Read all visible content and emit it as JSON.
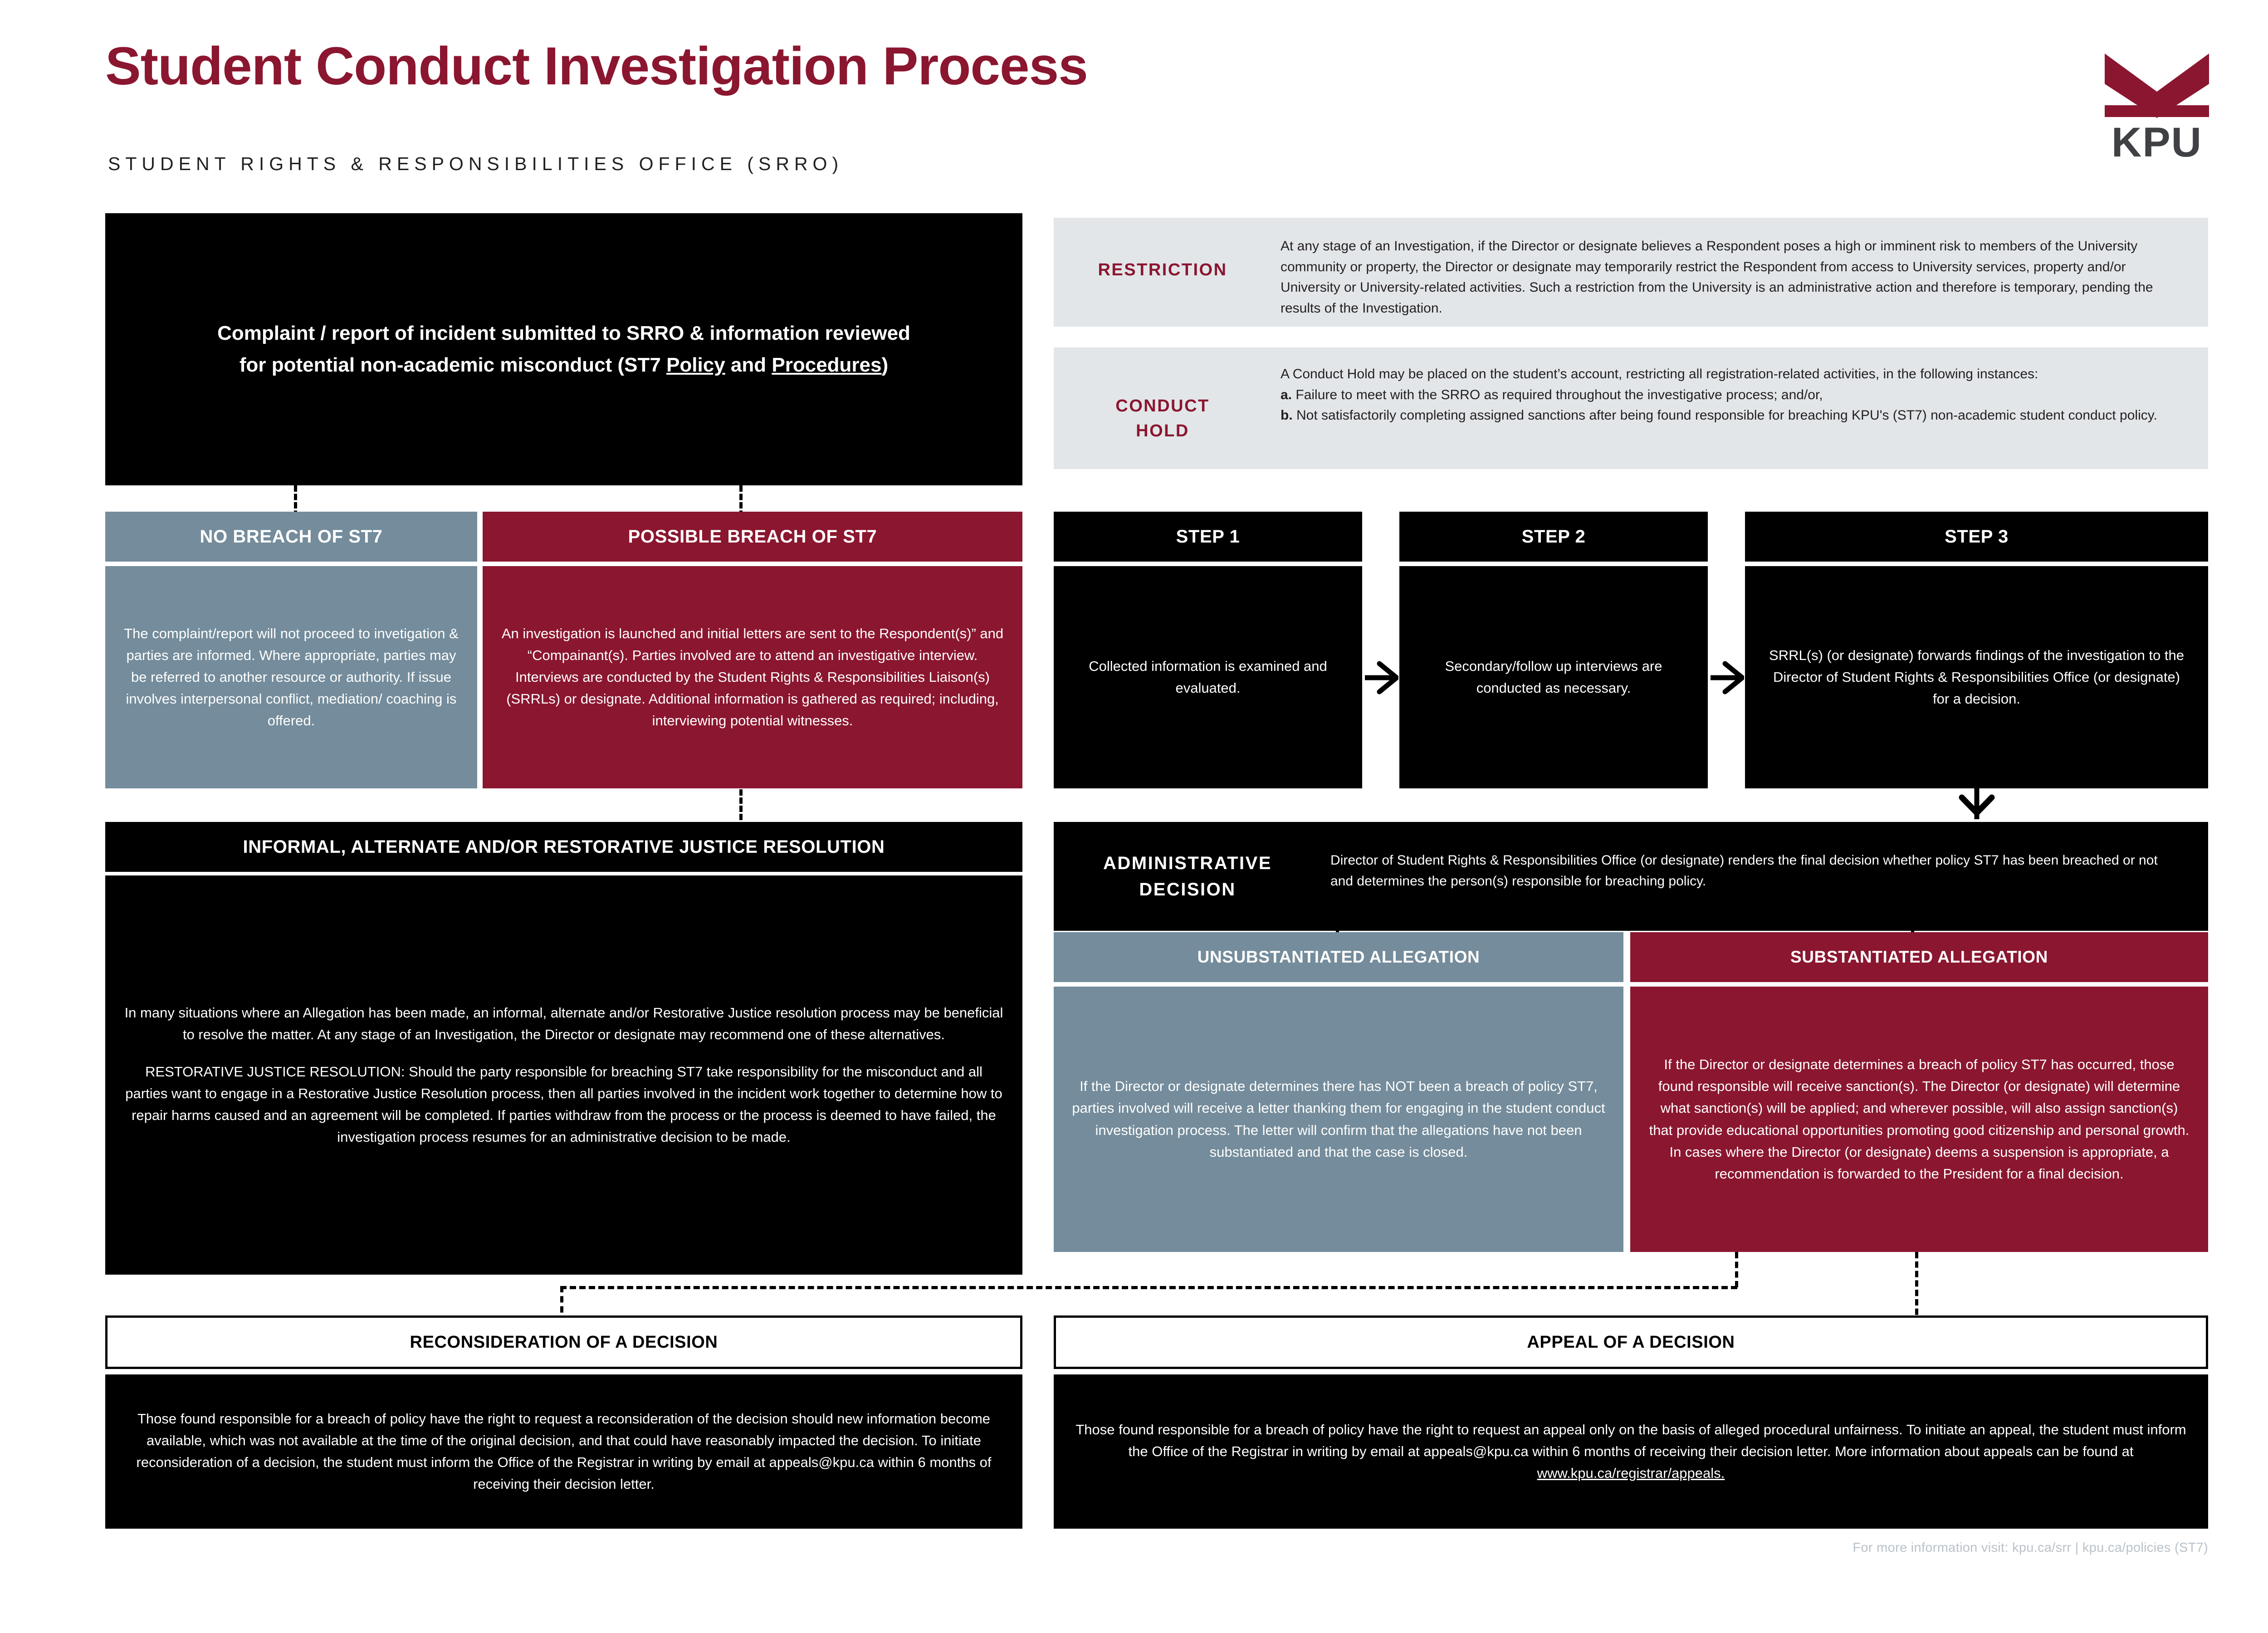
{
  "header": {
    "title": "Student Conduct Investigation Process",
    "subtitle": "STUDENT RIGHTS & RESPONSIBILITIES OFFICE (SRRO)",
    "logo_wordmark": "KPU",
    "brand_color": "#8B162F",
    "accent_gray": "#748C9B"
  },
  "intake": {
    "text_line1": "Complaint / report of incident submitted to SRRO & information reviewed",
    "text_line2_pre": "for potential non-academic misconduct (ST7 ",
    "link_policy": "Policy",
    "text_line2_mid": " and ",
    "link_procedures": "Procedures",
    "text_line2_post": ")"
  },
  "sidebars": [
    {
      "label": "RESTRICTION",
      "body": "At any stage of an Investigation, if the Director or designate believes a Respondent poses a high or imminent risk to members of the University community or property, the Director or designate may temporarily restrict the Respondent from access to University services, property and/or University or University-related activities. Such a restriction from the University is an administrative action and therefore is temporary, pending the results of the Investigation."
    },
    {
      "label_line1": "CONDUCT",
      "label_line2": "HOLD",
      "intro": "A  Conduct Hold may be placed on the student’s account, restricting all registration-related activities, in the following instances:",
      "item_a_marker": "a.",
      "item_a": " Failure to meet with the SRRO as required throughout the investigative process; and/or,",
      "item_b_marker": "b.",
      "item_b": "  Not satisfactorily completing assigned sanctions after being found responsible for breaching KPU's (ST7) non-academic student conduct policy."
    }
  ],
  "branches": {
    "no_breach": {
      "title": "NO BREACH OF ST7",
      "body": "The complaint/report will not proceed to invetigation & parties are informed. Where appropriate, parties may be referred to another resource or authority. If issue involves interpersonal conflict, mediation/ coaching is offered."
    },
    "possible_breach": {
      "title": "POSSIBLE BREACH OF ST7",
      "body": "An investigation is launched and initial letters are sent to the Respondent(s)” and “Compainant(s). Parties involved are to attend an investigative interview. Interviews are conducted by the Student Rights & Responsibilities Liaison(s) (SRRLs) or designate. Additional information is gathered as required; including, interviewing potential witnesses."
    }
  },
  "steps": [
    {
      "title": "STEP 1",
      "body": "Collected information is examined and evaluated."
    },
    {
      "title": "STEP 2",
      "body": "Secondary/follow up interviews are conducted as necessary."
    },
    {
      "title": "STEP 3",
      "body": "SRRL(s) (or designate) forwards findings of the investigation to the Director of Student Rights & Responsibilities Office (or designate) for a decision."
    }
  ],
  "informal": {
    "title": "INFORMAL, ALTERNATE AND/OR RESTORATIVE JUSTICE RESOLUTION",
    "para1": "In many situations where an Allegation has been made, an informal, alternate and/or Restorative Justice resolution process may be beneficial to resolve the matter. At any stage of an Investigation, the Director or designate may recommend one of these alternatives.",
    "para2": "RESTORATIVE JUSTICE RESOLUTION: Should the party responsible for breaching ST7 take responsibility for the misconduct and all parties want to engage in a Restorative Justice Resolution process, then all parties involved in the incident work together to determine how to repair harms caused and an agreement will be completed. If parties withdraw from the process or the process is deemed to have failed, the investigation process resumes for an administrative decision to be made."
  },
  "administrative": {
    "label_line1": "ADMINISTRATIVE",
    "label_line2": "DECISION",
    "body": "Director of Student Rights & Responsibilities Office (or designate) renders the final decision whether policy ST7 has been breached or not and determines the person(s) responsible for breaching policy."
  },
  "outcomes": {
    "unsubstantiated": {
      "title": "UNSUBSTANTIATED ALLEGATION",
      "body": "If the Director or designate determines there has NOT been a breach of policy ST7, parties involved will receive a letter thanking them for engaging in the student conduct investigation process. The letter will confirm that the allegations have not been substantiated and that the case is closed."
    },
    "substantiated": {
      "title": "SUBSTANTIATED ALLEGATION",
      "body": "If the Director or designate determines a breach of policy ST7 has occurred, those found responsible will receive sanction(s). The Director (or designate) will determine what sanction(s) will be applied; and wherever possible, will also assign sanction(s) that provide educational opportunities promoting good citizenship and personal growth. In cases where the Director (or designate) deems a suspension is appropriate, a recommendation is forwarded to the President for a final decision."
    }
  },
  "remedies": {
    "reconsideration": {
      "title": "RECONSIDERATION OF A DECISION",
      "body": "Those found responsible for a breach of policy have the right to request a reconsideration of the decision should new information become available, which was not available at the time of the original decision, and that could have reasonably impacted the decision. To initiate reconsideration of a decision, the student must inform the Office of the Registrar in writing by email at appeals@kpu.ca within 6 months of receiving their decision letter."
    },
    "appeal": {
      "title": "APPEAL OF A DECISION",
      "body_pre": "Those found responsible for a breach of policy have the right to request an appeal only on the basis of alleged procedural unfairness. To initiate an appeal, the student must inform the Office of the Registrar in writing by email at appeals@kpu.ca within 6 months of receiving their decision letter. More information about appeals can be found at ",
      "link": "www.kpu.ca/registrar/appeals."
    }
  },
  "footer": {
    "note": "For more information visit: kpu.ca/srr  |  kpu.ca/policies (ST7)"
  }
}
